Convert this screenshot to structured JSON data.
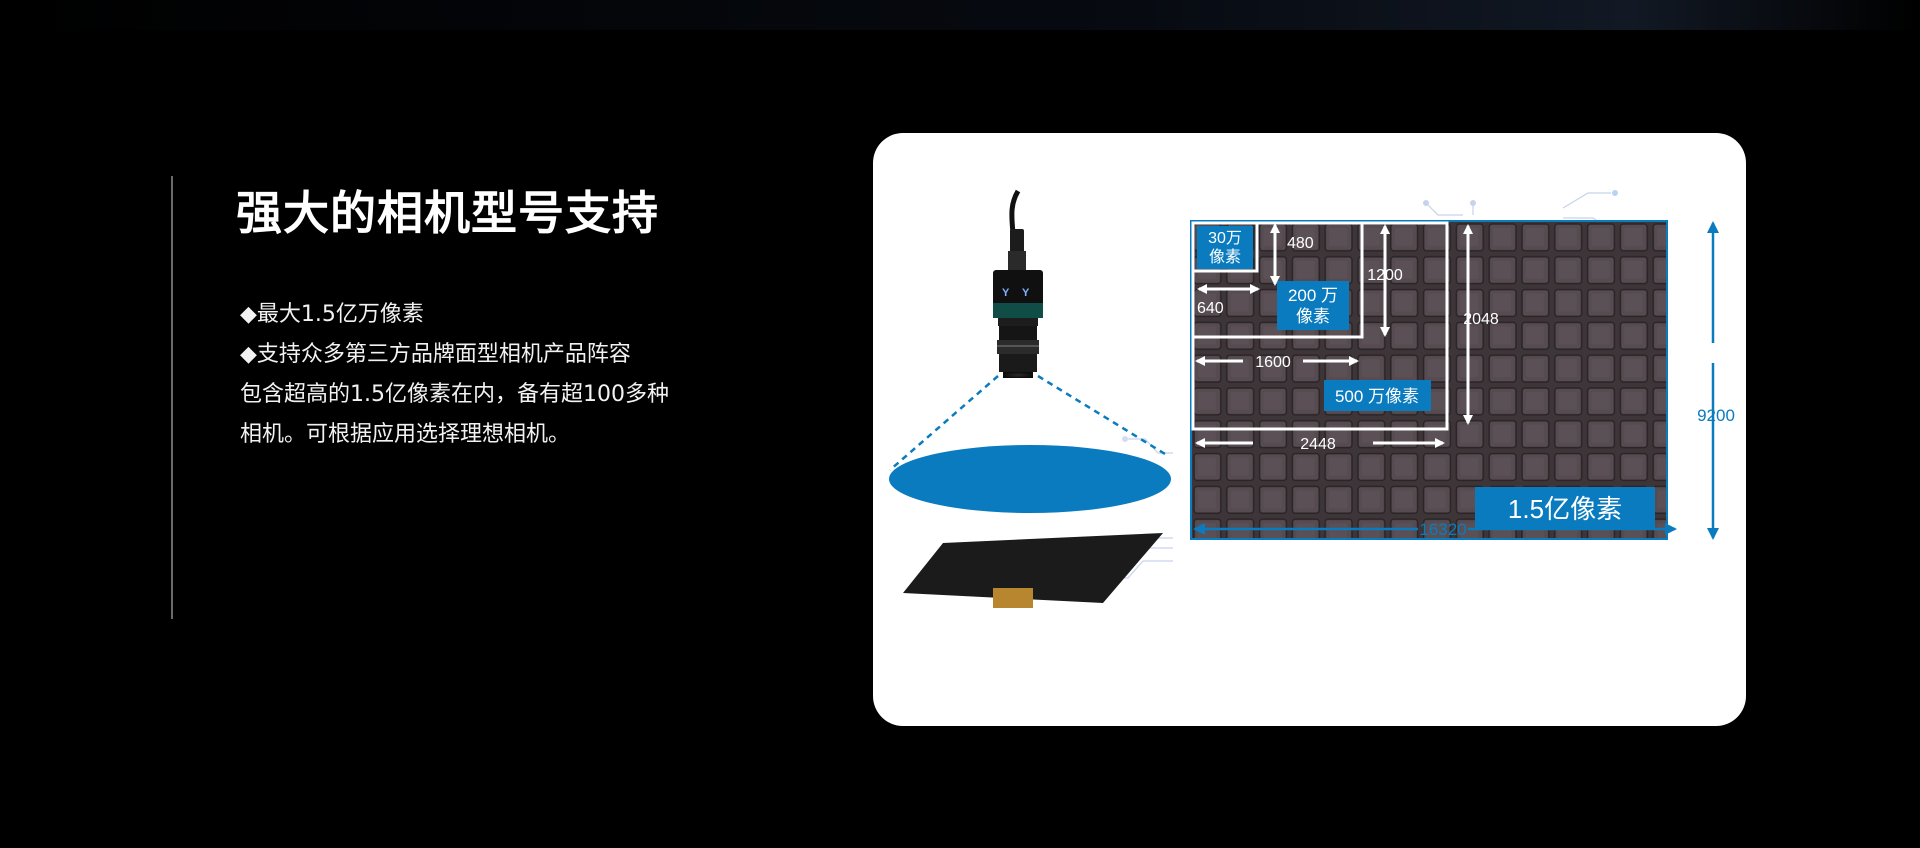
{
  "header": {
    "title": "强大的相机型号支持"
  },
  "features": {
    "line1": "◆最大1.5亿万像素",
    "line2": "◆支持众多第三方品牌面型相机产品阵容",
    "line3": "包含超高的1.5亿像素在内，备有超100多种",
    "line4": "相机。可根据应用选择理想相机。"
  },
  "diagram": {
    "sensor_30w_line1": "30万",
    "sensor_30w_line2": "像素",
    "sensor_200w_line1": "200 万",
    "sensor_200w_line2": "像素",
    "sensor_500w": "500 万像素",
    "sensor_150m": "1.5亿像素",
    "dim_480": "480",
    "dim_640": "640",
    "dim_1200": "1200",
    "dim_1600": "1600",
    "dim_2048": "2048",
    "dim_2448": "2448",
    "dim_9200": "9200",
    "dim_16320": "16320"
  },
  "colors": {
    "accent_blue": "#0a7bbf",
    "card_bg": "#ffffff",
    "page_bg": "#000000"
  }
}
